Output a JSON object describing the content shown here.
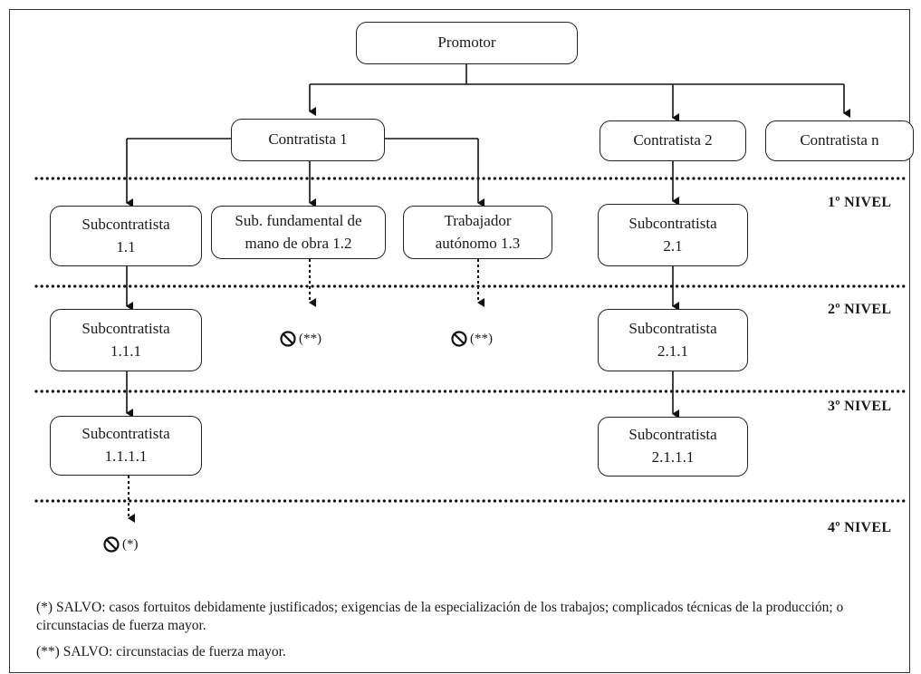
{
  "nodes": {
    "promotor": "Promotor",
    "contratista1": "Contratista 1",
    "contratista2": "Contratista 2",
    "contratistaN": "Contratista n",
    "sub_1_1": [
      "Subcontratista",
      "1.1"
    ],
    "sub_1_2": [
      "Sub. fundamental de",
      "mano de obra 1.2"
    ],
    "trab_1_3": [
      "Trabajador",
      "autónomo 1.3"
    ],
    "sub_2_1": [
      "Subcontratista",
      "2.1"
    ],
    "sub_1_1_1": [
      "Subcontratista",
      "1.1.1"
    ],
    "sub_2_1_1": [
      "Subcontratista",
      "2.1.1"
    ],
    "sub_1_1_1_1": [
      "Subcontratista",
      "1.1.1.1"
    ],
    "sub_2_1_1_1": [
      "Subcontratista",
      "2.1.1.1"
    ]
  },
  "levels": [
    "1º NIVEL",
    "2º NIVEL",
    "3º NIVEL",
    "4º NIVEL"
  ],
  "prohibitions": {
    "sub_1_2": "(**)",
    "trab_1_3": "(**)",
    "sub_1_1_1_1": "(*)"
  },
  "notes": {
    "single_star": "(*) SALVO: casos fortuitos debidamente justificados; exigencias de la especialización de los trabajos; complicados técnicas de la producción; o circunstacias de fuerza mayor.",
    "double_star": "(**) SALVO: circunstacias de fuerza mayor."
  }
}
